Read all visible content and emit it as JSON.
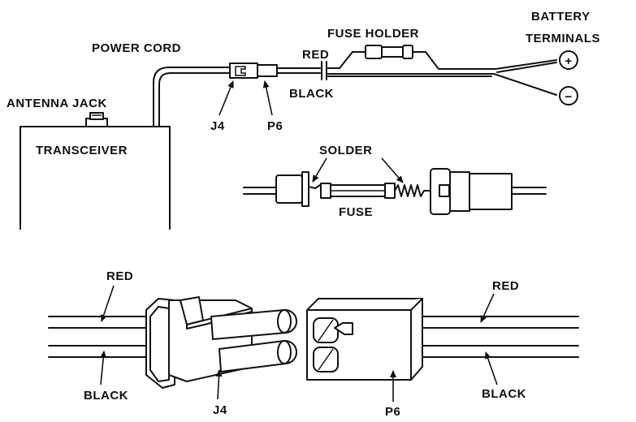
{
  "labels": {
    "battery": "BATTERY",
    "terminals": "TERMINALS",
    "fuse_holder": "FUSE HOLDER",
    "power_cord": "POWER CORD",
    "red_top": "RED",
    "black_top": "BLACK",
    "antenna_jack": "ANTENNA JACK",
    "transceiver": "TRANSCEIVER",
    "j4_top": "J4",
    "p6_top": "P6",
    "solder": "SOLDER",
    "fuse": "FUSE",
    "red_left": "RED",
    "black_left": "BLACK",
    "j4_bottom": "J4",
    "p6_bottom": "P6",
    "red_right": "RED",
    "black_right": "BLACK",
    "plus_symbol": "+",
    "minus_symbol": "−"
  }
}
